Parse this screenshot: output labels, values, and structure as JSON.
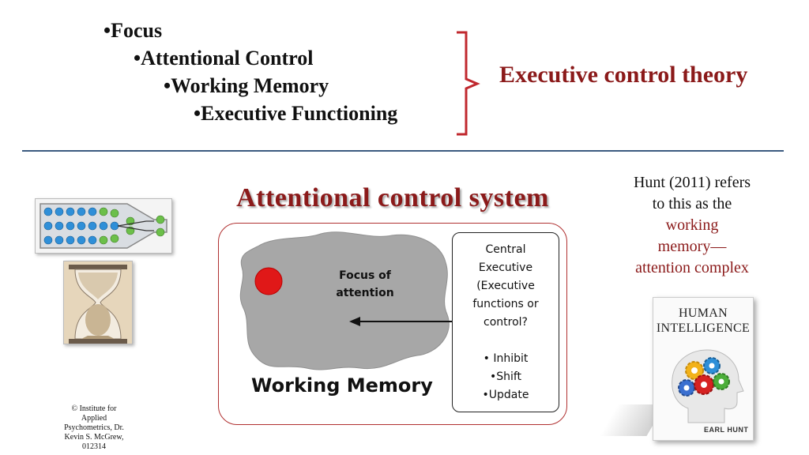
{
  "bullets": [
    "•Focus",
    "•Attentional Control",
    "•Working Memory",
    "•Executive Functioning"
  ],
  "theory_label": "Executive control theory",
  "diagram": {
    "title": "Attentional control system",
    "focus_label": [
      "Focus of",
      "attention"
    ],
    "working_memory_label": "Working Memory",
    "central_executive_lines": [
      "Central",
      "Executive",
      "(Executive",
      "functions or",
      "control?",
      "",
      "• Inhibit",
      "•Shift",
      "•Update"
    ]
  },
  "hunt_note": {
    "line1": "Hunt (2011) refers",
    "line2": "to this as the",
    "red_line1": "working",
    "red_line2": "memory—",
    "red_line3": "attention complex"
  },
  "book": {
    "title_line1": "HUMAN",
    "title_line2": "INTELLIGENCE",
    "author": "EARL HUNT"
  },
  "credit": [
    "© Institute for",
    "Applied",
    "Psychometrics, Dr.",
    "Kevin S. McGrew,",
    "012314"
  ],
  "colors": {
    "accent_red": "#8b1a1a",
    "rule_blue": "#3b5a80",
    "brace_red": "#c0282e"
  }
}
